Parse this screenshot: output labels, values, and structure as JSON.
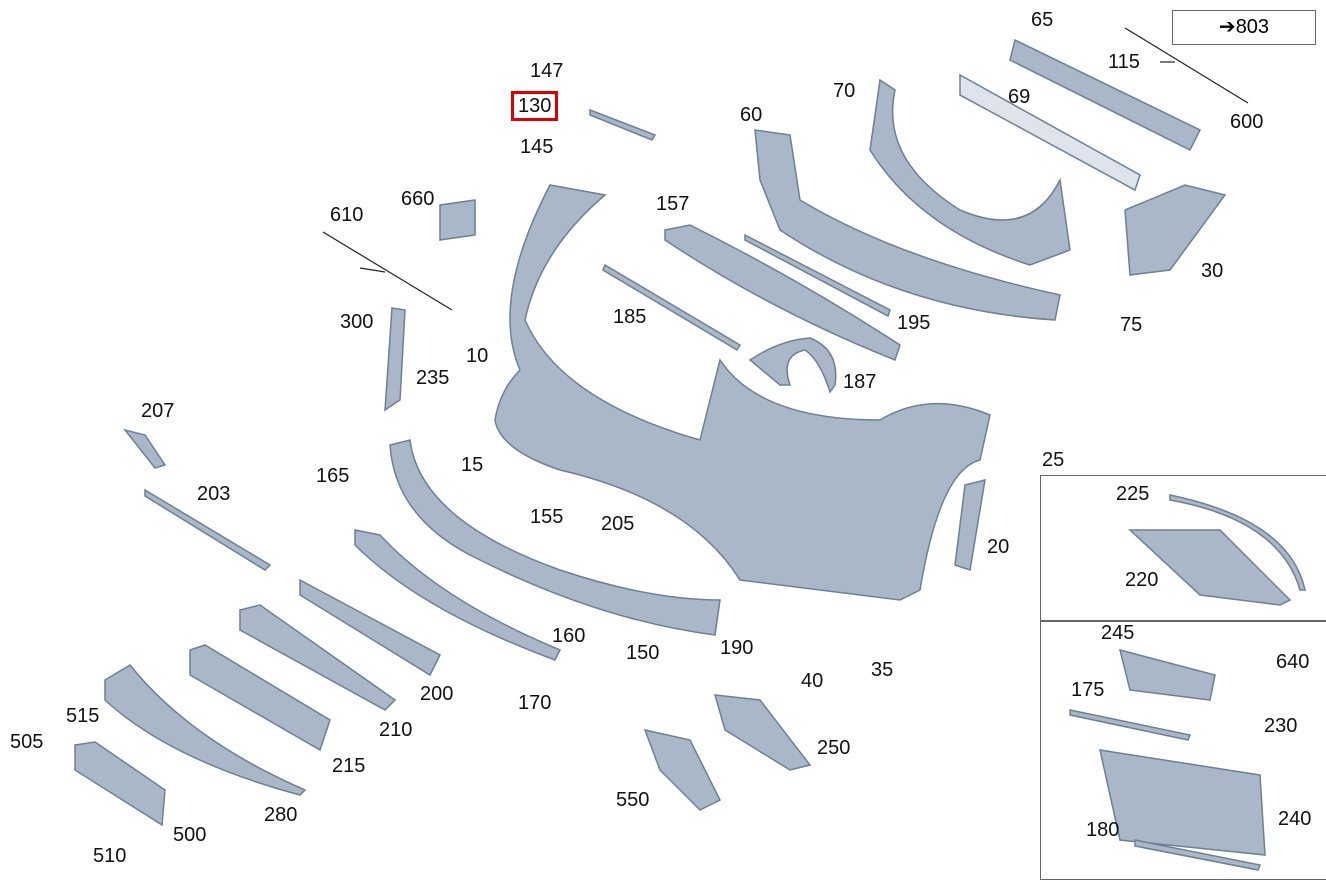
{
  "diagram": {
    "reference": {
      "arrow": "➔",
      "label": "803"
    },
    "highlighted": "130",
    "part_numbers": [
      "147",
      "130",
      "145",
      "660",
      "610",
      "300",
      "235",
      "10",
      "207",
      "203",
      "165",
      "15",
      "155",
      "205",
      "160",
      "150",
      "190",
      "200",
      "170",
      "210",
      "215",
      "280",
      "500",
      "510",
      "505",
      "515",
      "550",
      "250",
      "40",
      "35",
      "20",
      "25",
      "187",
      "185",
      "157",
      "195",
      "60",
      "70",
      "69",
      "65",
      "115",
      "600",
      "30",
      "75"
    ],
    "inset_top": [
      "225",
      "220"
    ],
    "inset_bottom": [
      "245",
      "640",
      "175",
      "230",
      "180",
      "240"
    ],
    "colors": {
      "part_fill": "#a9b7c9",
      "part_stroke": "#6f7f94",
      "highlight": "#e00000",
      "line": "#222222"
    }
  }
}
